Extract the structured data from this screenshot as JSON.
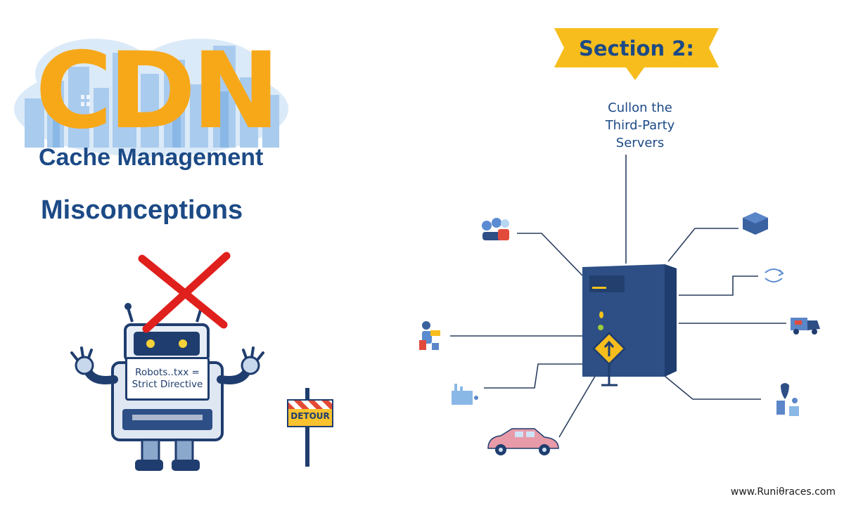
{
  "title": {
    "main": "CDN",
    "line1": "Cache Management",
    "line2": "Misconceptions"
  },
  "robot": {
    "sign_line1": "Robots..txx =",
    "sign_line2": "Strict Directive"
  },
  "detour": {
    "label": "DETOUR"
  },
  "section": {
    "label": "Section 2:",
    "caption_lines": [
      "Cullon the",
      "Third-Party",
      "Servers"
    ]
  },
  "footer": {
    "url": "www.Runiθraces.com"
  },
  "colors": {
    "accent_orange": "#f7a819",
    "navy": "#1c4a86",
    "server_blue": "#2d4f86",
    "cross_red": "#e0201c",
    "skyline_blue": "#b7d6f2"
  },
  "icons": [
    "city-skyline-icon",
    "robot-icon",
    "red-cross-icon",
    "detour-sign-icon",
    "server-tower-icon",
    "warning-arrow-sign-icon",
    "people-group-icon",
    "cube-box-icon",
    "cycle-arrows-icon",
    "truck-icon",
    "person-icon",
    "factory-icon",
    "car-icon",
    "map-pin-icon"
  ]
}
